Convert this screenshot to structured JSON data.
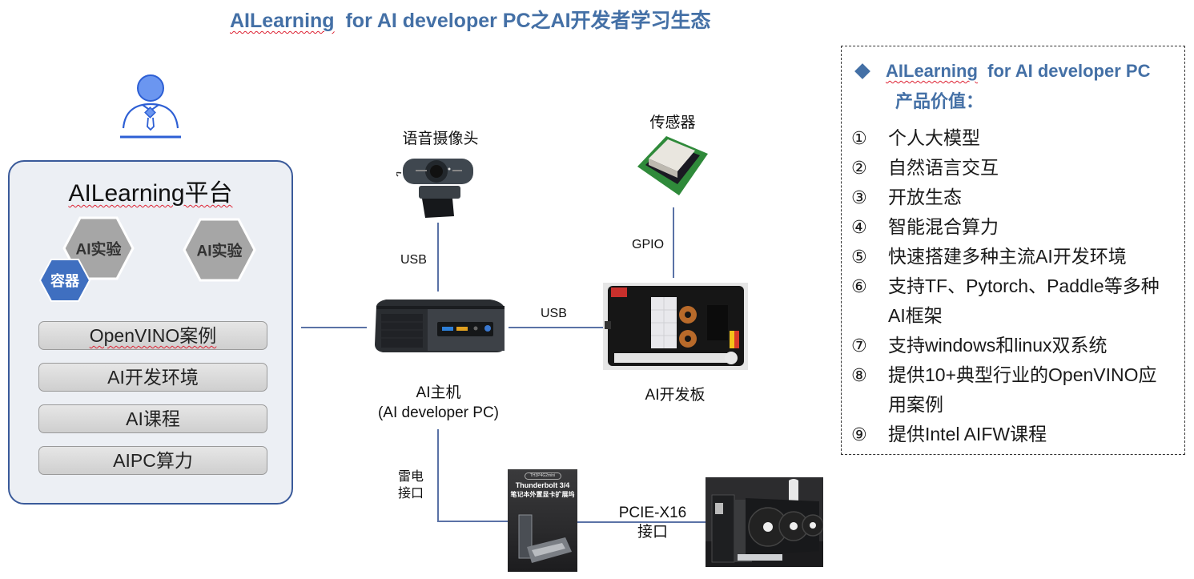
{
  "title": {
    "brand": "AILearning",
    "rest": "  for AI developer PC之AI开发者学习生态"
  },
  "colors": {
    "accent": "#4470a6",
    "panel_border": "#3a5a9a",
    "panel_bg": "#eceff4",
    "hex_gray": "#a6a6a6",
    "hex_blue": "#3f6fc0",
    "user_icon": "#3a6ee0",
    "connector": "#5a72a6"
  },
  "platform": {
    "title": "AILearning平台",
    "user_icon": "user-person-icon",
    "hexagons": [
      {
        "label": "AI实验"
      },
      {
        "label": "AI实验"
      },
      {
        "label": "容器"
      }
    ],
    "items": [
      {
        "label": "OpenVINO案例"
      },
      {
        "label": "AI开发环境"
      },
      {
        "label": "AI课程"
      },
      {
        "label": "AIPC算力"
      }
    ]
  },
  "devices": {
    "camera": {
      "label": "语音摄像头",
      "icon": "webcam-icon"
    },
    "sensor": {
      "label": "传感器",
      "icon": "sensor-chip-icon"
    },
    "host": {
      "label_line1": "AI主机",
      "label_line2": "(AI developer PC)",
      "icon": "mini-pc-icon"
    },
    "devboard": {
      "label": "AI开发板",
      "icon": "dev-board-icon"
    },
    "dock": {
      "icon": "egpu-dock-icon",
      "badge": "TH3P4G2mini",
      "line1": "Thunderbolt 3/4",
      "line2": "笔记本外置显卡扩展坞"
    },
    "gpu": {
      "icon": "graphics-card-icon"
    }
  },
  "connections": {
    "camera_host": "USB",
    "sensor_board": "GPIO",
    "host_board": "USB",
    "host_dock_line1": "雷电",
    "host_dock_line2": "接口",
    "dock_gpu_line1": "PCIE-X16",
    "dock_gpu_line2": "接口"
  },
  "info": {
    "heading_brand": "AILearning",
    "heading_rest": "  for AI developer PC",
    "heading_line2": "产品价值：",
    "items": [
      {
        "num": "①",
        "text": "个人大模型"
      },
      {
        "num": "②",
        "text": "自然语言交互"
      },
      {
        "num": "③",
        "text": "开放生态"
      },
      {
        "num": "④",
        "text": "智能混合算力"
      },
      {
        "num": "⑤",
        "text": "快速搭建多种主流AI开发环境"
      },
      {
        "num": "⑥",
        "text": "支持TF、Pytorch、Paddle等多种AI框架"
      },
      {
        "num": "⑦",
        "text": "支持windows和linux双系统"
      },
      {
        "num": "⑧",
        "text": "提供10+典型行业的OpenVINO应用案例"
      },
      {
        "num": "⑨",
        "text": "提供Intel AIFW课程"
      }
    ]
  }
}
